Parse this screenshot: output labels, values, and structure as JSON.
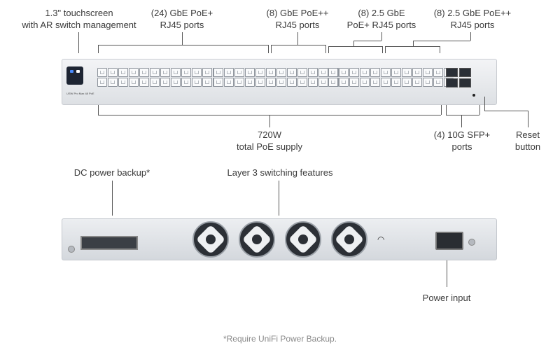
{
  "labels": {
    "touchscreen": [
      "1.3\" touchscreen",
      "with AR switch management"
    ],
    "gbe_poe": [
      "(24) GbE PoE+",
      "RJ45 ports"
    ],
    "gbe_poepp": [
      "(8) GbE PoE++",
      "RJ45 ports"
    ],
    "ge25_poe": [
      "(8) 2.5 GbE",
      "PoE+ RJ45 ports"
    ],
    "ge25_poepp": [
      "(8) 2.5 GbE PoE++",
      "RJ45 ports"
    ],
    "poe_supply": [
      "720W",
      "total PoE supply"
    ],
    "sfp": [
      "(4) 10G SFP+",
      "ports"
    ],
    "reset": [
      "Reset",
      "button"
    ],
    "dc_backup": "DC power backup*",
    "layer3": "Layer 3 switching features",
    "power_input": "Power input"
  },
  "device": {
    "brand": "USW Pro Max 48 PoE"
  },
  "footnote": "*Require UniFi Power Backup."
}
